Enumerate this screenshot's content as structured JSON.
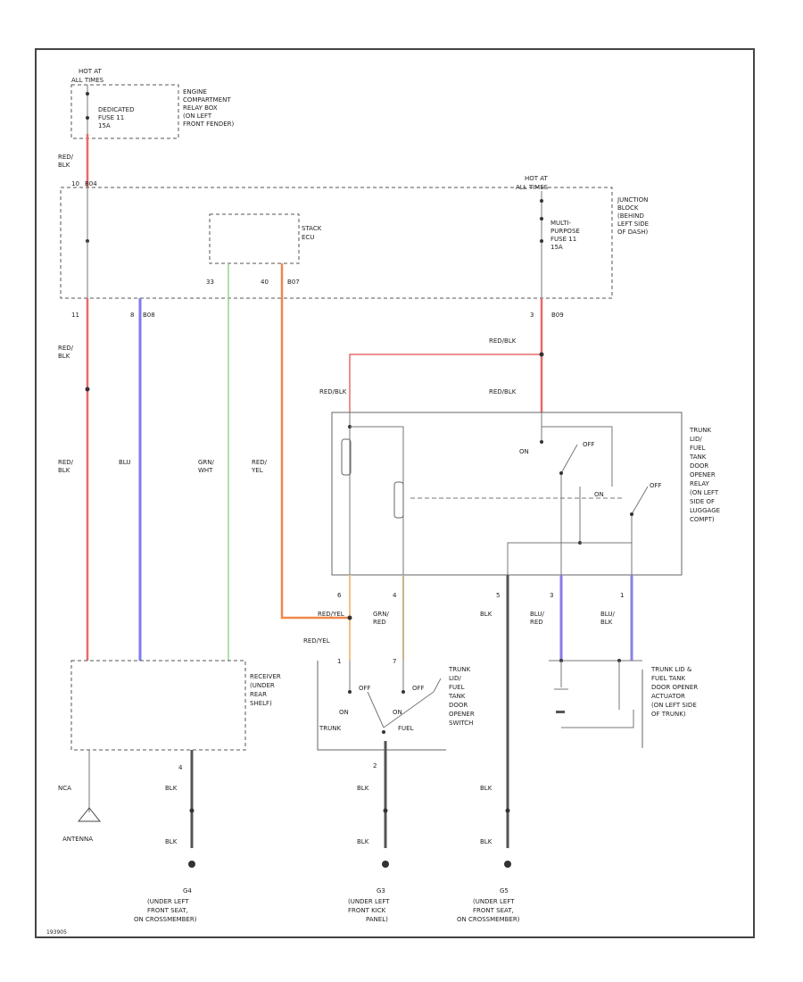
{
  "colors": {
    "red_blk": "#e86a6a",
    "blu": "#7b7bf0",
    "grn_wht": "#8fd88f",
    "red_yel": "#f0874a",
    "blk": "#555555",
    "yel": "#f2c184",
    "grn_red": "#c9b48a",
    "blu_red": "#8a7ae8",
    "blu_blk": "#8a82e0"
  },
  "top_left_block": {
    "hot_at": "HOT AT",
    "all_times": "ALL TIMES",
    "fuse_text": [
      "DEDICATED",
      "FUSE 11",
      "15A"
    ],
    "location": [
      "ENGINE",
      "COMPARTMENT",
      "RELAY BOX",
      "(ON LEFT",
      "FRONT FENDER)"
    ]
  },
  "junction_block": {
    "hot_at": "HOT AT",
    "all_times": "ALL TIMES",
    "fuse_text": [
      "MULTI-",
      "PURPOSE",
      "FUSE 11",
      "15A"
    ],
    "location": [
      "JUNCTION",
      "BLOCK",
      "(BEHIND",
      "LEFT SIDE",
      "OF DASH)"
    ],
    "top_left_pin": "10",
    "top_left_conn": "B04"
  },
  "stack_ecu": {
    "label": [
      "STACK",
      "ECU"
    ],
    "pin_left": "33",
    "pin_right": "40",
    "conn": "B07"
  },
  "wire_labels": {
    "red_blk_upper": [
      "RED/",
      "BLK"
    ],
    "pin_11": "11",
    "pin_8": "8",
    "conn_b08": "B08",
    "red_blk_mid": [
      "RED/",
      "BLK"
    ],
    "red_blk_lower": [
      "RED/",
      "BLK"
    ],
    "blu": "BLU",
    "grn_wht": [
      "GRN/",
      "WHT"
    ],
    "red_yel": [
      "RED/",
      "YEL"
    ],
    "pin_3": "3",
    "conn_b09": "B09",
    "red_blk_right_1": "RED/BLK",
    "red_blk_right_2": "RED/BLK",
    "red_blk_right_3": "RED/BLK"
  },
  "relay": {
    "label": [
      "TRUNK",
      "LID/",
      "FUEL",
      "TANK",
      "DOOR",
      "OPENER",
      "RELAY",
      "(ON LEFT",
      "SIDE OF",
      "LUGGAGE",
      "COMPT)"
    ],
    "on_1": "ON",
    "off_1": "OFF",
    "on_2": "ON",
    "off_2": "OFF",
    "pin_6": "6",
    "pin_4": "4",
    "pin_5": "5",
    "pin_3": "3",
    "pin_1": "1"
  },
  "relay_out_wires": {
    "red_yel_a": "RED/YEL",
    "grn_red": [
      "GRN/",
      "RED"
    ],
    "blk": "BLK",
    "blu_red": [
      "BLU/",
      "RED"
    ],
    "blu_blk": [
      "BLU/",
      "BLK"
    ],
    "red_yel_b": "RED/YEL"
  },
  "switch": {
    "label": [
      "TRUNK",
      "LID/",
      "FUEL",
      "TANK",
      "DOOR",
      "OPENER",
      "SWITCH"
    ],
    "pin_1": "1",
    "pin_7": "7",
    "pin_2": "2",
    "off_1": "OFF",
    "off_2": "OFF",
    "on_1": "ON",
    "on_2": "ON",
    "trunk": "TRUNK",
    "fuel": "FUEL"
  },
  "actuator": {
    "label": [
      "TRUNK LID &",
      "FUEL TANK",
      "DOOR OPENER",
      "ACTUATOR",
      "(ON LEFT SIDE",
      "OF TRUNK)"
    ]
  },
  "receiver": {
    "label": [
      "RECEIVER",
      "(UNDER",
      "REAR",
      "SHELF)"
    ],
    "pin_4": "4"
  },
  "antenna": {
    "wire": "NCA",
    "label": "ANTENNA"
  },
  "grounds": [
    {
      "id": "G1",
      "wire_top": "BLK",
      "wire_bot": "BLK",
      "name": "G4",
      "loc": [
        "(UNDER LEFT",
        "FRONT SEAT,",
        "ON CROSSMEMBER)"
      ]
    },
    {
      "id": "G2",
      "wire_top": "BLK",
      "wire_bot": "BLK",
      "name": "G3",
      "loc": [
        "(UNDER LEFT",
        "FRONT KICK",
        "PANEL)"
      ]
    },
    {
      "id": "G3",
      "wire_top": "BLK",
      "wire_bot": "BLK",
      "name": "G5",
      "loc": [
        "(UNDER LEFT",
        "FRONT SEAT,",
        "ON CROSSMEMBER)"
      ]
    }
  ],
  "footer_code": "193905"
}
